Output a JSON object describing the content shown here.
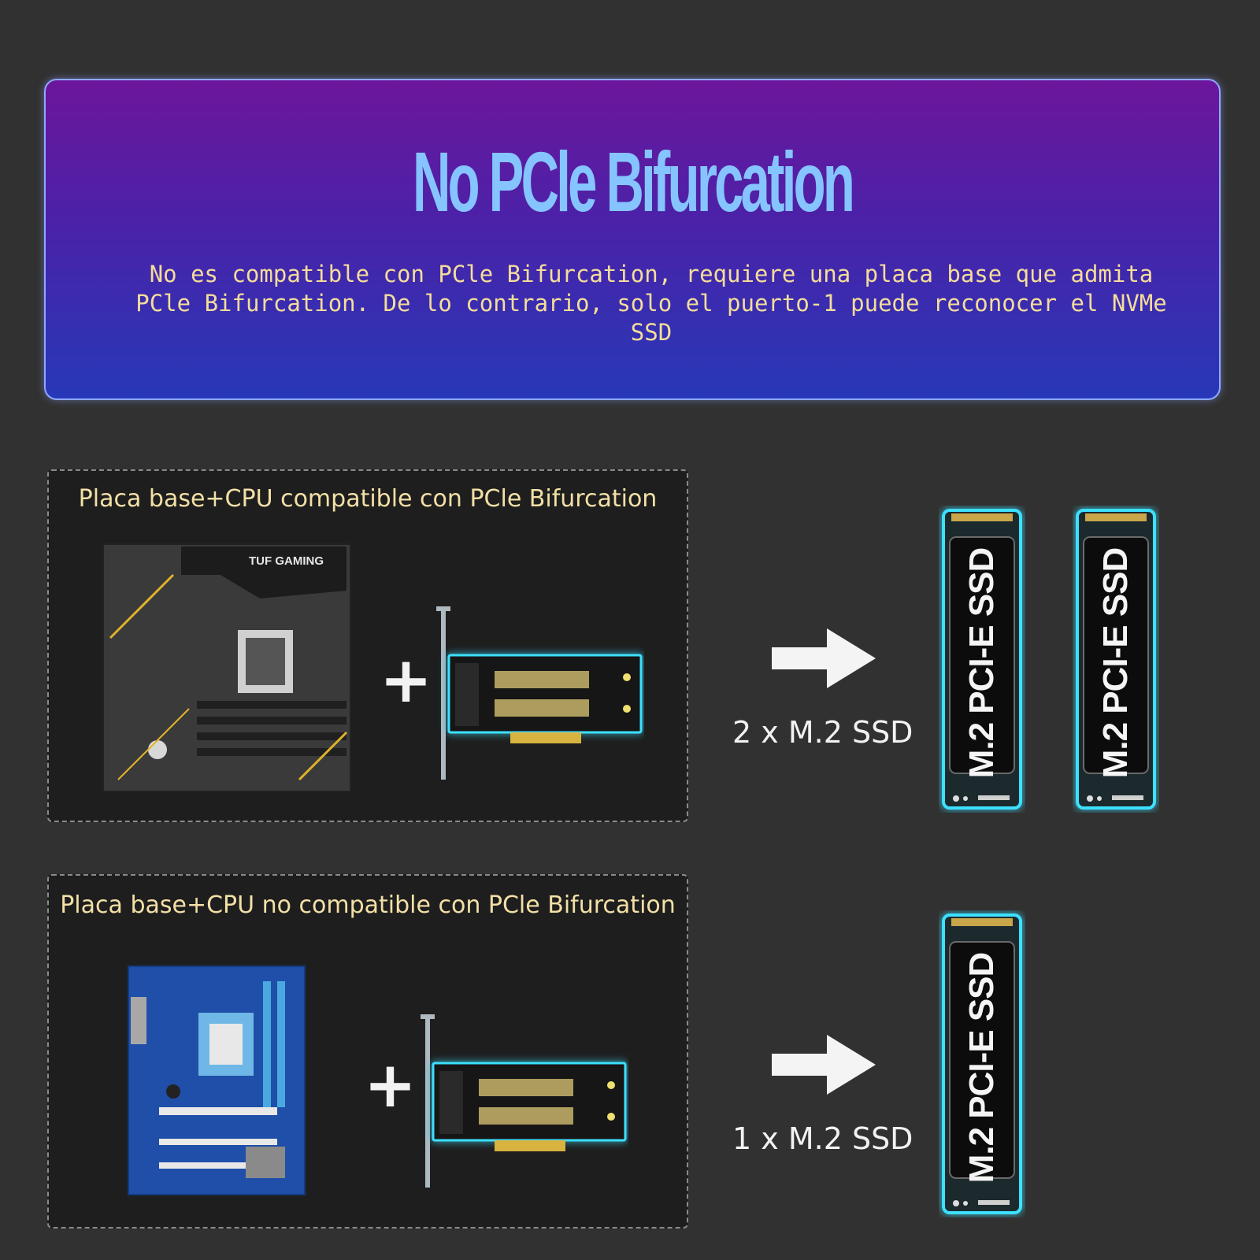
{
  "banner": {
    "title": "No PCle Bifurcation",
    "description": "No es compatible con PCle Bifurcation, requiere una placa base que admita PCle Bifurcation. De lo contrario, solo el puerto-1 puede reconocer el NVMe SSD"
  },
  "panel_supported": {
    "title": "Placa base+CPU compatible con PCle Bifurcation",
    "motherboard_label": "TUF GAMING",
    "plus": "+",
    "result_label": "2 x M.2 SSD",
    "ssd_count": 2
  },
  "panel_unsupported": {
    "title": "Placa base+CPU no compatible con PCle Bifurcation",
    "plus": "+",
    "result_label": "1 x M.2 SSD",
    "ssd_count": 1
  },
  "ssd_label": "M.2 PCI-E SSD",
  "colors": {
    "background": "#313131",
    "banner_title": "#86c4ff",
    "banner_text": "#f4dd9a",
    "panel_title": "#f3e0a6",
    "ssd_glow": "#39d6ff"
  }
}
